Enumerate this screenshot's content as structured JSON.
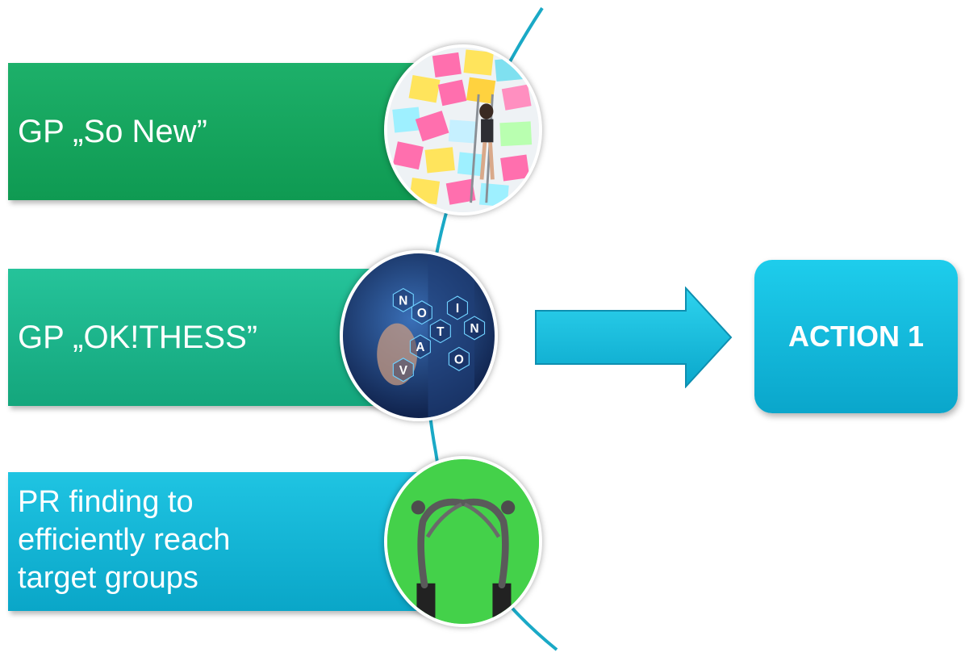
{
  "items": [
    {
      "label": "GP „So New”",
      "color": "#14a35d"
    },
    {
      "label": "GP „OK!THESS”",
      "color": "#1cb38a"
    },
    {
      "label": "PR finding to\nefficiently  reach\ntarget groups",
      "color": "#12b5d6"
    }
  ],
  "action": {
    "label": "ACTION 1",
    "color": "#12bde0"
  },
  "connector_color": "#1aa9c6",
  "innovation_letters": [
    "N",
    "O",
    "V",
    "A",
    "T",
    "I",
    "O",
    "N"
  ]
}
